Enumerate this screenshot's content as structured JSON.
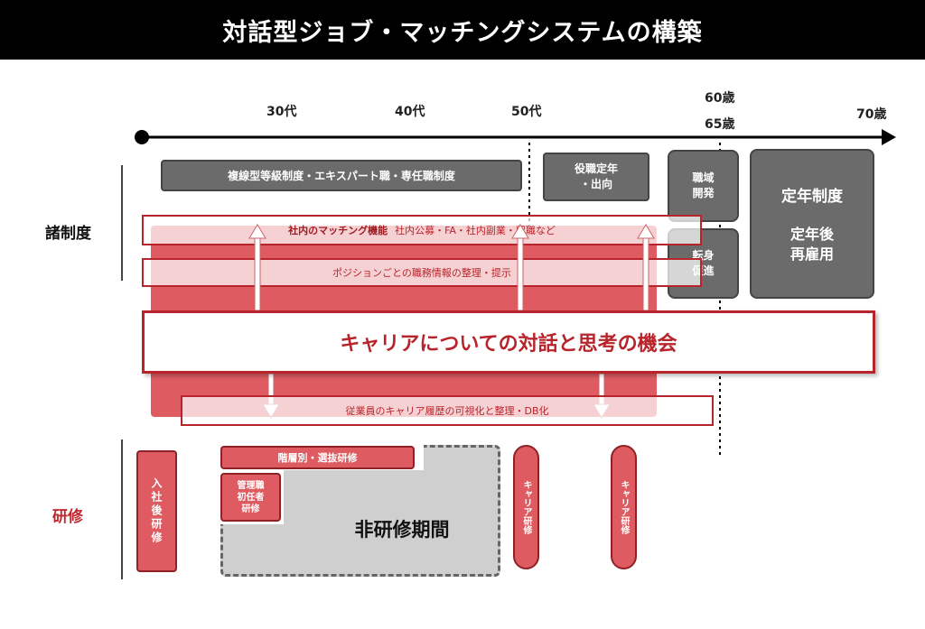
{
  "title": "対話型ジョブ・マッチングシステムの構築",
  "timeline": {
    "ages": [
      "30代",
      "40代",
      "50代",
      "60歳",
      "65歳",
      "70歳"
    ]
  },
  "sections": {
    "systems_label": "諸制度",
    "training_label": "研修"
  },
  "systems": {
    "grade_system": "複線型等級制度・エキスパート職・専任職制度",
    "post_retirement": "役職定年\n・出向",
    "job_development": "職域\n開発",
    "transfer_promotion": "転身\n促進",
    "retirement_title": "定年制度",
    "retirement_sub": "定年後\n再雇用",
    "matching_bold": "社内のマッチング機能",
    "matching_detail": "社内公募・FA・社内副業・留職など",
    "job_info": "ポジションごとの職務情報の整理・提示",
    "dialogue": "キャリアについての対話と思考の機会",
    "career_history": "従業員のキャリア履歴の可視化と整理・DB化"
  },
  "training": {
    "new_hire": "入社後研修",
    "tiered": "階層別・選抜研修",
    "new_manager": "管理職\n初任者\n研修",
    "non_training": "非研修期間",
    "career_1": "キャリア研修",
    "career_2": "キャリア研修"
  },
  "colors": {
    "header_bg": "#000000",
    "accent_red": "#b8242b",
    "fill_red": "#de5c61",
    "gray": "#6b6b6b"
  }
}
